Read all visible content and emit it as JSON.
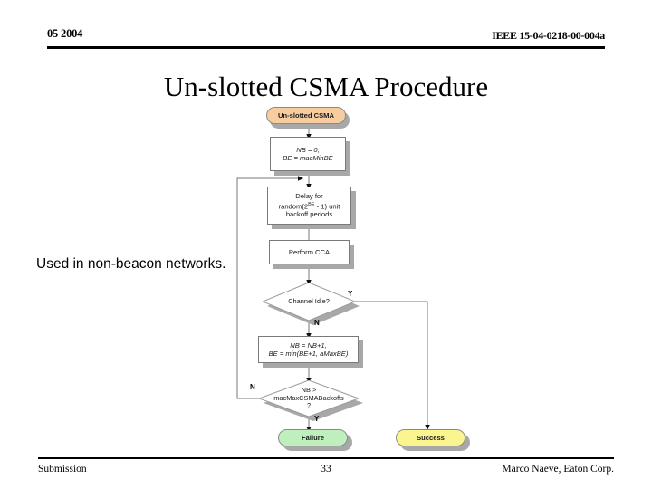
{
  "header": {
    "date": "05 2004",
    "doc_id": "IEEE 15-04-0218-00-004a"
  },
  "title": "Un-slotted CSMA Procedure",
  "body_note": "Used in non-beacon networks.",
  "flowchart": {
    "nodes": {
      "start": "Un-slotted CSMA",
      "init_line1": "NB = 0,",
      "init_line2": "BE = macMinBE",
      "delay_line1": "Delay for",
      "delay_line2_pre": "random(2",
      "delay_line2_sup": "BE",
      "delay_line2_post": " - 1) unit",
      "delay_line3": "backoff periods",
      "cca": "Perform CCA",
      "decision_channel": "Channel Idle?",
      "increment_line1": "NB = NB+1,",
      "increment_line2": "BE = min(BE+1, aMaxBE)",
      "decision_backoff_line1": "NB >",
      "decision_backoff_line2": "macMaxCSMABackoffs",
      "decision_backoff_line3": "?",
      "failure": "Failure",
      "success": "Success"
    },
    "branches": {
      "channel_yes": "Y",
      "channel_no": "N",
      "backoff_no": "N",
      "backoff_yes": "Y"
    },
    "colors": {
      "start_fill": "#f7cda0",
      "failure_fill": "#bdf0bd",
      "success_fill": "#fbf58f",
      "process_fill": "#ffffff",
      "shadow": "#a8a8a8",
      "line": "#666666"
    }
  },
  "footer": {
    "left": "Submission",
    "page": "33",
    "right": "Marco Naeve, Eaton Corp."
  }
}
